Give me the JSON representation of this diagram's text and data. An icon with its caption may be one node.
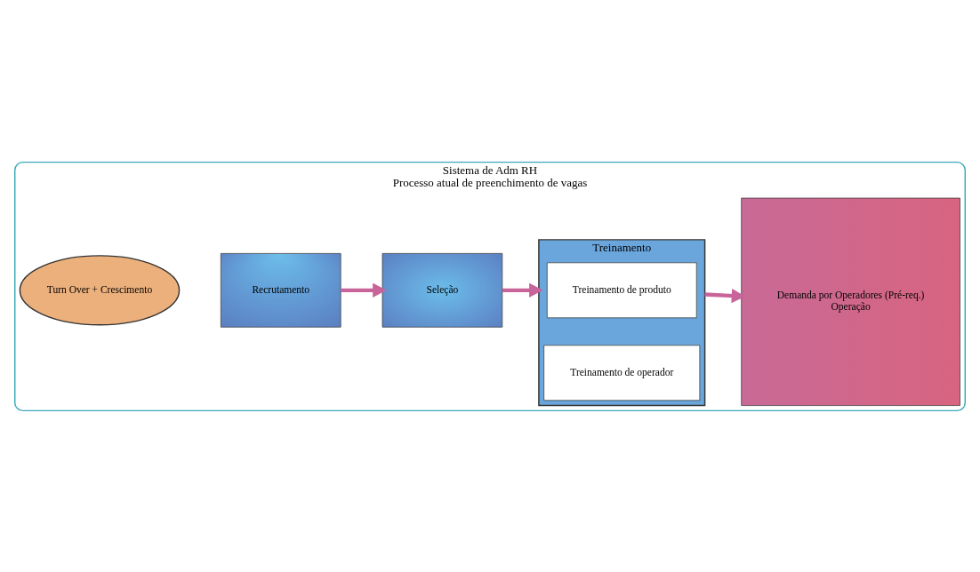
{
  "diagram": {
    "nodes": [
      {
        "text": [
          "Sistema de Adm RH",
          "Processo atual de preenchimento de vagas"
        ]
      },
      {
        "text": [
          "Demanda por Operadores (Pré-req.)",
          "Operação"
        ],
        "in": 0
      },
      {
        "text": [
          "Turn Over + Crescimento"
        ],
        "in": 0
      },
      {
        "text": [
          "Recrutamento"
        ],
        "in": 0
      },
      {
        "text": [
          "Seleção"
        ],
        "in": 0
      },
      {
        "text": [
          "Treinamento"
        ],
        "in": 0
      },
      {
        "text": [
          "Treinamento de produto"
        ],
        "in": 5
      },
      {
        "text": [
          "Treinamento de operador"
        ],
        "in": 5
      }
    ],
    "edges": [
      {
        "from": 3,
        "to": 4,
        "arrow": "to"
      },
      {
        "from": 4,
        "to": 5,
        "arrow": "to"
      },
      {
        "from": 5,
        "to": 1,
        "arrow": "to"
      }
    ]
  }
}
